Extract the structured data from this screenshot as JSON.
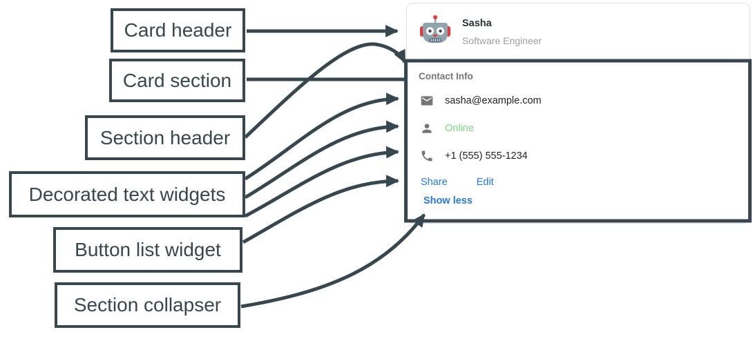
{
  "diagram": {
    "stroke_color": "#37474F",
    "labels": [
      {
        "text": "Card header",
        "points_to": "card-header"
      },
      {
        "text": "Card section",
        "points_to": "card-section-outline"
      },
      {
        "text": "Section header",
        "points_to": "section-title"
      },
      {
        "text": "Decorated text widgets",
        "points_to": "contact-rows"
      },
      {
        "text": "Button list widget",
        "points_to": "button-list"
      },
      {
        "text": "Section collapser",
        "points_to": "show-less-button"
      }
    ]
  },
  "card": {
    "header": {
      "avatar_icon": "robot-avatar-icon",
      "name": "Sasha",
      "subtitle": "Software Engineer"
    },
    "section": {
      "header": "Contact Info",
      "rows": [
        {
          "icon": "email-icon",
          "text": "sasha@example.com",
          "color": "#212121"
        },
        {
          "icon": "person-icon",
          "text": "Online",
          "color": "#79D67D"
        },
        {
          "icon": "phone-icon",
          "text": "+1 (555) 555-1234",
          "color": "#212121"
        }
      ],
      "buttons": [
        {
          "label": "Share"
        },
        {
          "label": "Edit"
        }
      ],
      "collapser_label": "Show less"
    }
  },
  "colors": {
    "annotation_stroke": "#37474F",
    "card_border": "#E0E0E0",
    "name_text": "#263238",
    "muted_text": "#9E9E9E",
    "section_header_text": "#757575",
    "row_text": "#212121",
    "icon_gray": "#757575",
    "online_green": "#79D67D",
    "link_blue": "#2379E6"
  }
}
